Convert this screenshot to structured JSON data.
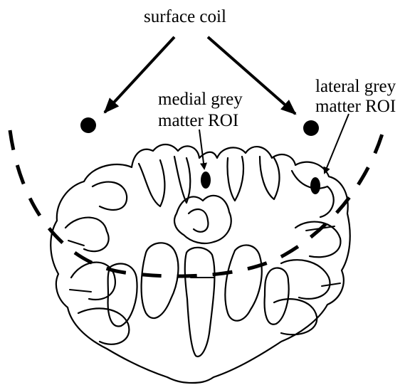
{
  "labels": {
    "surface_coil": "surface coil",
    "medial_line1": "medial grey",
    "medial_line2": "matter ROI",
    "lateral_line1": "lateral grey",
    "lateral_line2": "matter ROI"
  },
  "colors": {
    "ink": "#000000",
    "background": "#ffffff"
  }
}
